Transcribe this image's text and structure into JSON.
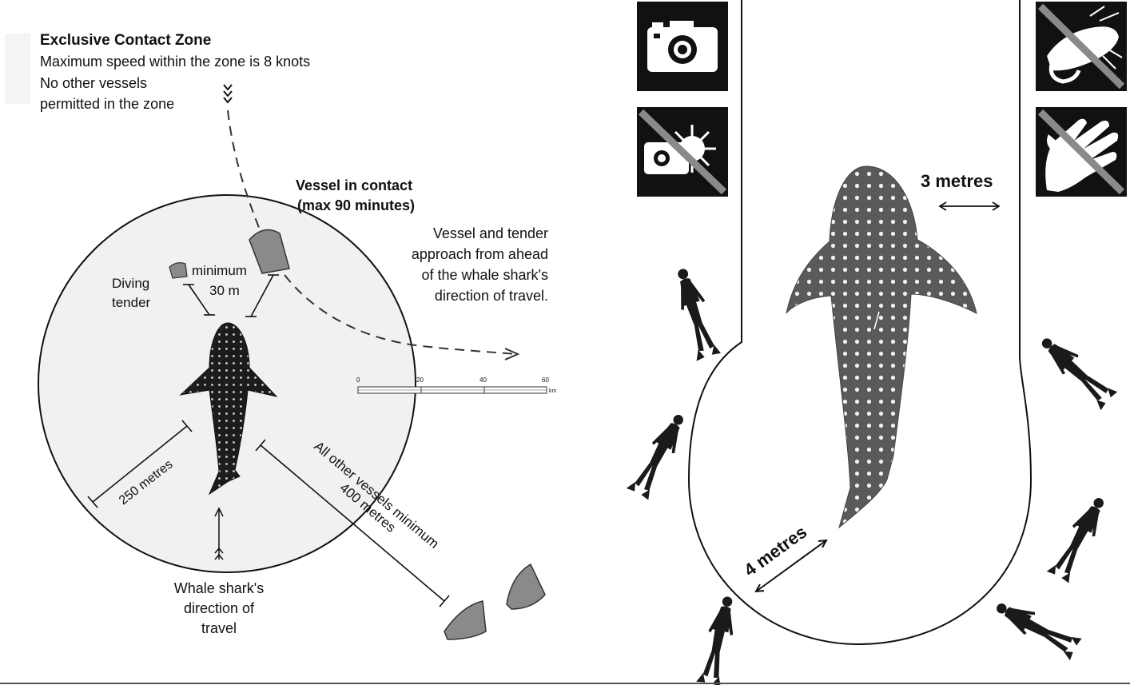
{
  "zone": {
    "title": "Exclusive Contact Zone",
    "line1": "Maximum speed within the zone is 8 knots",
    "line2": "No other vessels",
    "line3": "permitted in the zone"
  },
  "vessel": {
    "line1": "Vessel in contact",
    "line2": "(max 90 minutes)"
  },
  "approach": {
    "line1": "Vessel and tender",
    "line2": "approach from ahead",
    "line3": "of the whale shark's",
    "line4": "direction of travel."
  },
  "tender": {
    "line1": "Diving",
    "line2": "tender"
  },
  "minimum": {
    "line1": "minimum",
    "line2": "30 m"
  },
  "radius_label": "250 metres",
  "other_vessels": {
    "line1": "All other vessels minimum",
    "line2": "400 metres"
  },
  "direction": {
    "line1": "Whale shark's",
    "line2": "direction of",
    "line3": "travel"
  },
  "scale": {
    "ticks": [
      "0",
      "20",
      "40",
      "60"
    ],
    "unit": "km"
  },
  "right_panel": {
    "width_label": "3 metres",
    "length_label": "4 metres",
    "icons": [
      "camera-icon",
      "no-flash-photography-icon",
      "no-touching-icon",
      "no-riding-icon"
    ]
  }
}
